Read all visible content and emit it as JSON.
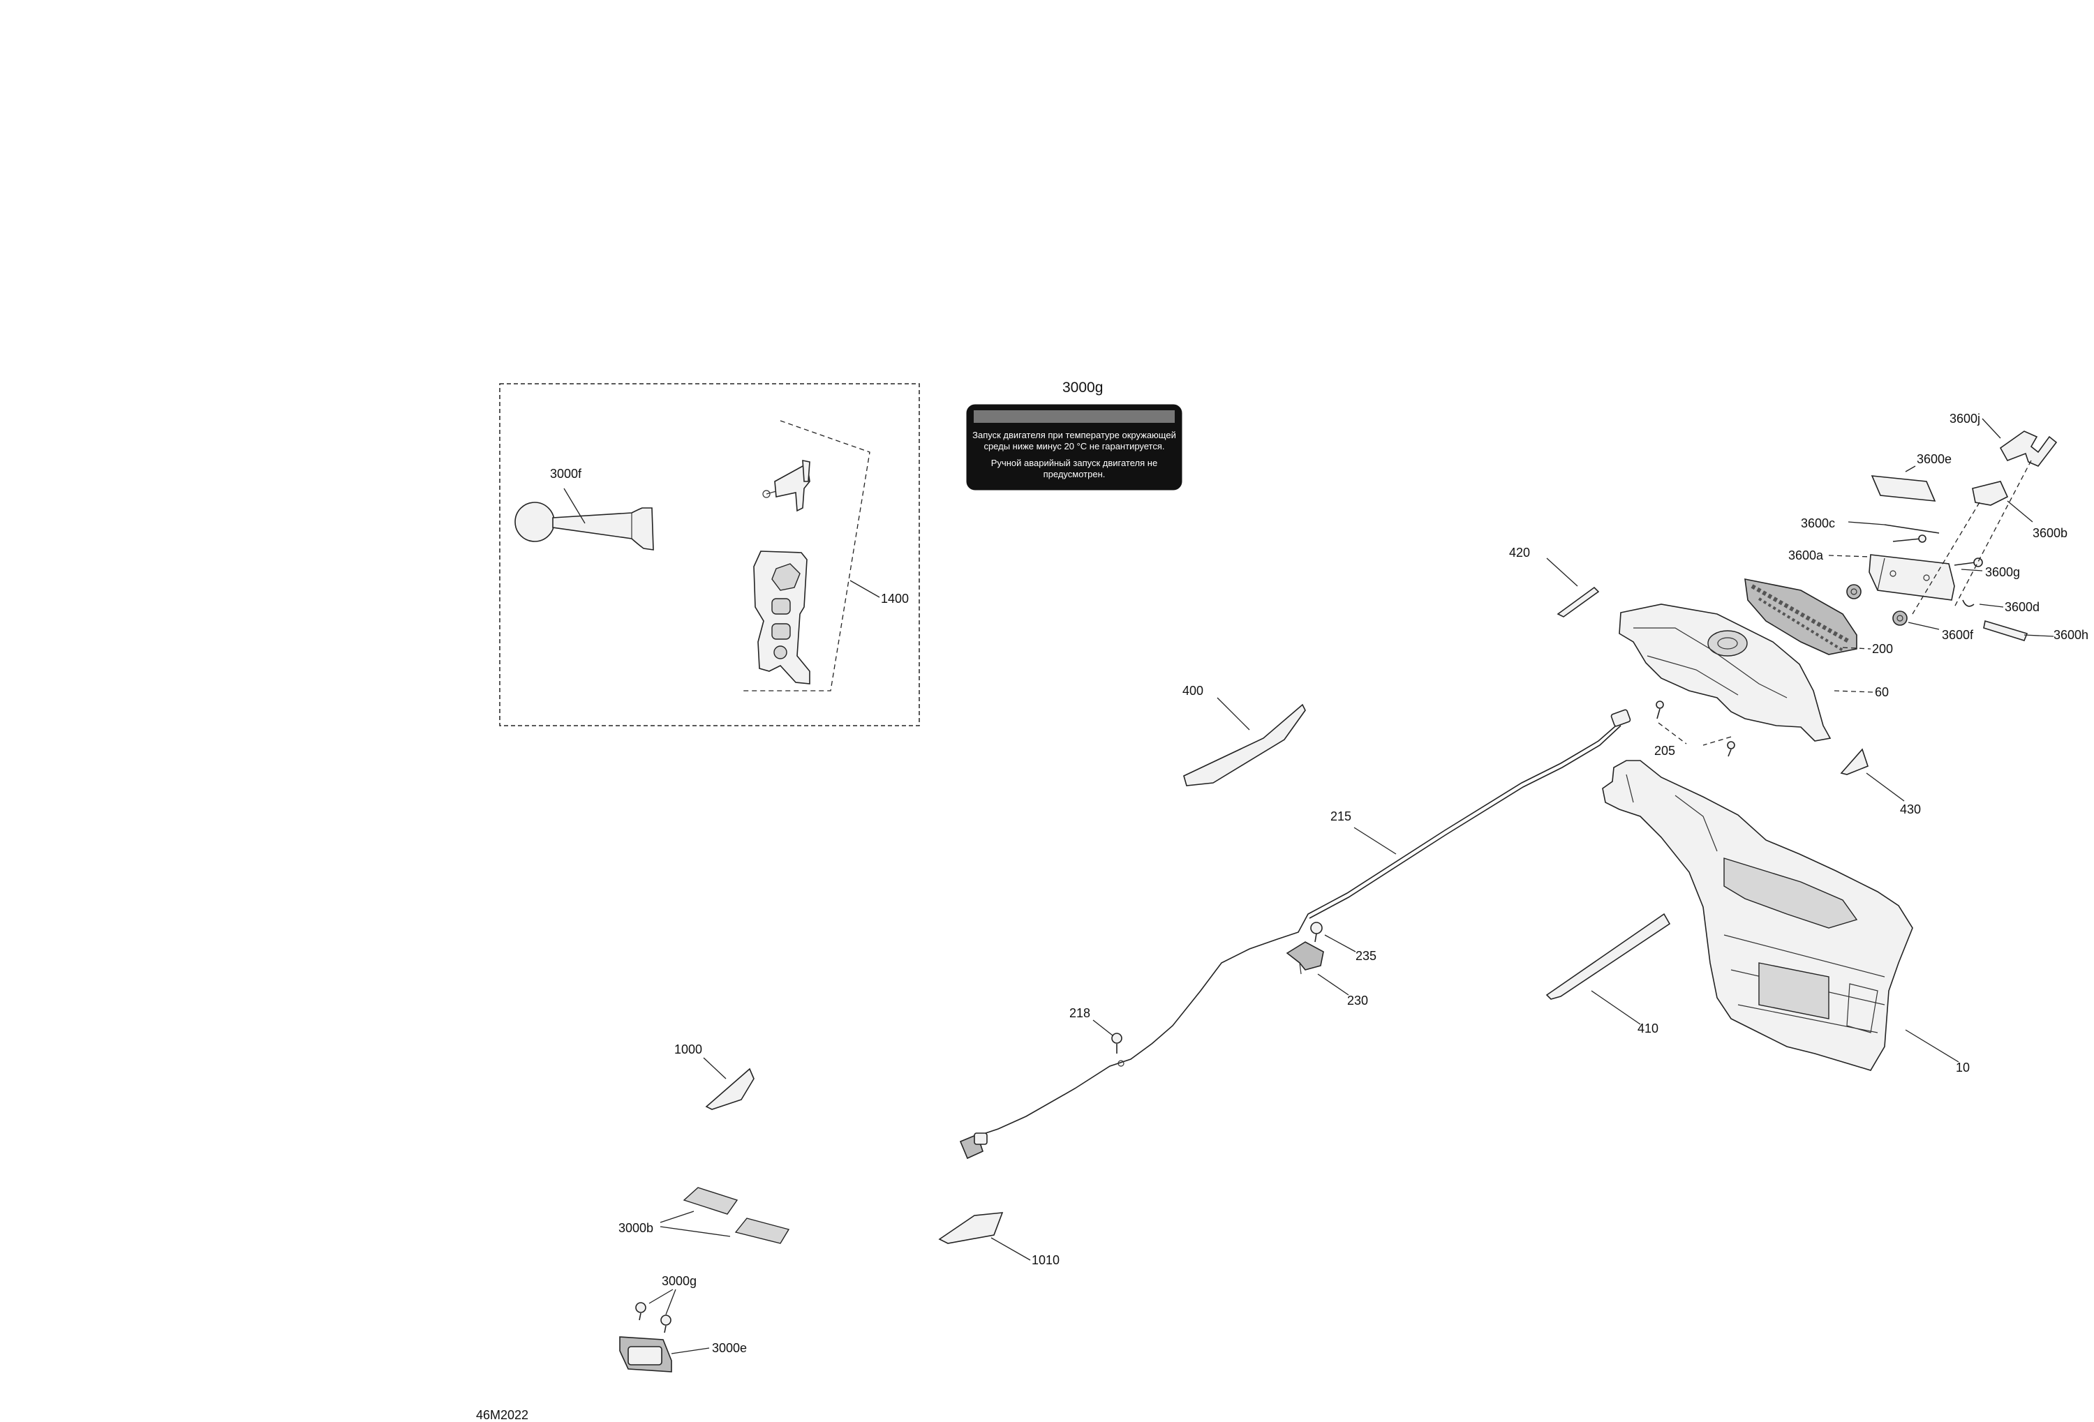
{
  "diagram": {
    "drawing_number": "46M2022",
    "callouts": {
      "c10": "10",
      "c60": "60",
      "c200": "200",
      "c205": "205",
      "c215": "215",
      "c218": "218",
      "c230": "230",
      "c235": "235",
      "c400": "400",
      "c410": "410",
      "c420": "420",
      "c430": "430",
      "c1000": "1000",
      "c1010": "1010",
      "c1400": "1400",
      "c3000b": "3000b",
      "c3000e": "3000e",
      "c3000f": "3000f",
      "c3000g_kit": "3000g",
      "c3000g_decal": "3000g",
      "c3600a": "3600a",
      "c3600b": "3600b",
      "c3600c": "3600c",
      "c3600d": "3600d",
      "c3600e": "3600e",
      "c3600f": "3600f",
      "c3600g": "3600g",
      "c3600h": "3600h",
      "c3600j": "3600j"
    },
    "decal": {
      "line1": "Запуск двигателя при температуре окружающей",
      "line2": "среды ниже минус 20 °C не гарантируется.",
      "line3": "Ручной аварийный запуск двигателя не",
      "line4": "предусмотрен."
    }
  }
}
